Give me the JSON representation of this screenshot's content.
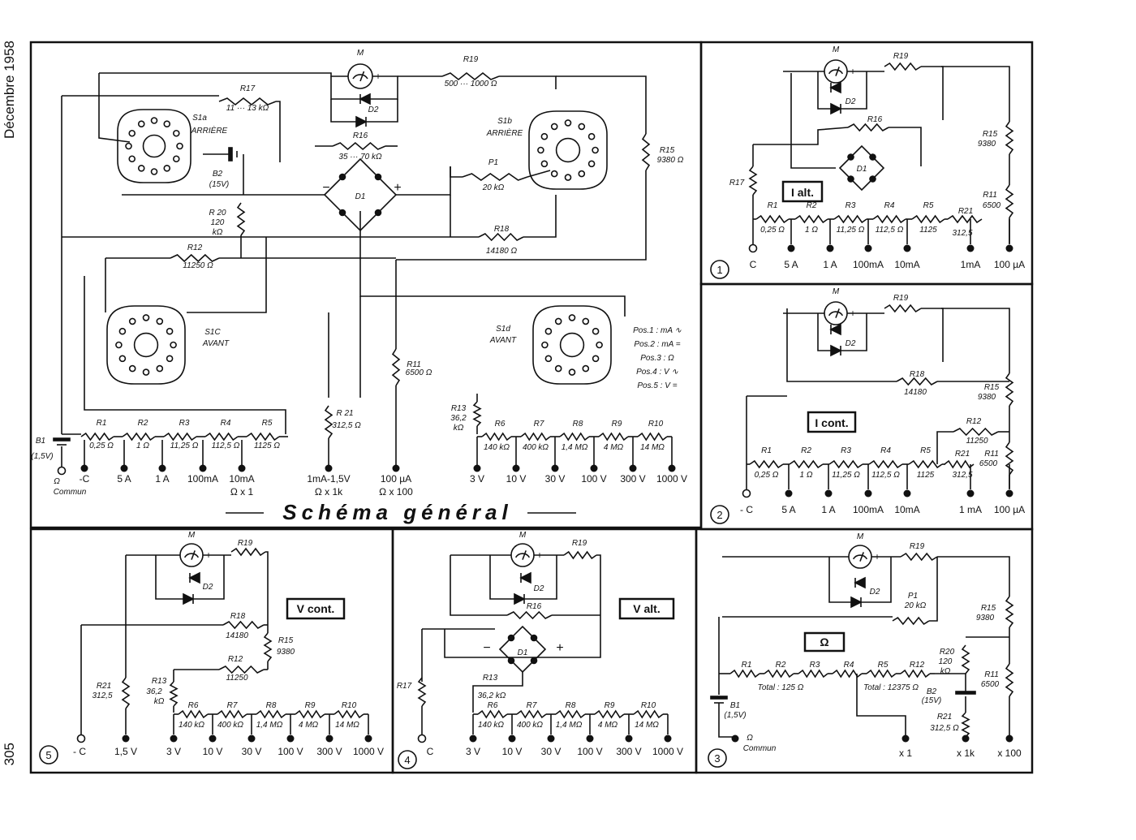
{
  "margin": {
    "date": "Décembre 1958",
    "page": "305"
  },
  "general": {
    "title": "Schéma général",
    "labels": {
      "M": "M",
      "R19": "R19",
      "R19v": "500 ··· 1000 Ω",
      "R17": "R17",
      "R17v": "11 ··· 13 kΩ",
      "D2": "D2",
      "S1a": "S1a",
      "S1a_sub": "ARRIÈRE",
      "S1b": "S1b",
      "S1b_sub": "ARRIÈRE",
      "R16": "R16",
      "R16v": "35 ··· 70 kΩ",
      "B2": "B2",
      "B2v": "(15V)",
      "D1": "D1",
      "P1": "P1",
      "P1v": "20 kΩ",
      "R15": "R15",
      "R15v": "9380 Ω",
      "R20": "R 20",
      "R20v": "120",
      "R20u": "kΩ",
      "R18": "R18",
      "R18v": "14180 Ω",
      "R12": "R12",
      "R12v": "11250 Ω",
      "S1c": "S1C",
      "S1c_sub": "AVANT",
      "S1d": "S1d",
      "S1d_sub": "AVANT",
      "R11": "R11",
      "R11v": "6500 Ω",
      "R13": "R13",
      "R13v": "36,2",
      "R13u": "kΩ",
      "R21": "R 21",
      "R21v": "312,5 Ω",
      "B1": "B1",
      "B1v": "(1,5V)"
    },
    "positions": [
      "Pos.1 : mA ∿",
      "Pos.2 : mA =",
      "Pos.3 : Ω",
      "Pos.4 : V ∿",
      "Pos.5 : V ="
    ],
    "res_row": [
      [
        "R1",
        "0,25 Ω"
      ],
      [
        "R2",
        "1 Ω"
      ],
      [
        "R3",
        "11,25 Ω"
      ],
      [
        "R4",
        "112,5 Ω"
      ],
      [
        "R5",
        "1125 Ω"
      ]
    ],
    "volt_row": [
      [
        "R6",
        "140 kΩ"
      ],
      [
        "R7",
        "400 kΩ"
      ],
      [
        "R8",
        "1,4 MΩ"
      ],
      [
        "R9",
        "4 MΩ"
      ],
      [
        "R10",
        "14 MΩ"
      ]
    ],
    "terminals": [
      "Ω",
      "Commun",
      "-C",
      "5 A",
      "1 A",
      "100mA",
      "10mA",
      "Ω x 1",
      "1mA-1,5V",
      "Ω x 1k",
      "100 µA",
      "Ω x 100"
    ],
    "vterminals": [
      "3 V",
      "10 V",
      "30 V",
      "100 V",
      "300 V",
      "1000 V"
    ]
  },
  "p1": {
    "num": "1",
    "box": "I alt.",
    "labels": [
      "M",
      "R19",
      "D2",
      "R16",
      "D1",
      "R15",
      "9380",
      "R17",
      "R11",
      "6500",
      "R21",
      "312,5"
    ],
    "res": [
      [
        "R1",
        "0,25 Ω"
      ],
      [
        "R2",
        "1 Ω"
      ],
      [
        "R3",
        "11,25 Ω"
      ],
      [
        "R4",
        "112,5 Ω"
      ],
      [
        "R5",
        "1125"
      ]
    ],
    "terms": [
      "C",
      "5 A",
      "1 A",
      "100mA",
      "10mA",
      "1mA",
      "100 µA"
    ]
  },
  "p2": {
    "num": "2",
    "box": "I cont.",
    "labels": [
      "M",
      "R19",
      "D2",
      "R18",
      "14180",
      "R15",
      "9380",
      "R12",
      "11250",
      "R11",
      "6500",
      "R21",
      "312,5"
    ],
    "res": [
      [
        "R1",
        "0,25 Ω"
      ],
      [
        "R2",
        "1 Ω"
      ],
      [
        "R3",
        "11,25 Ω"
      ],
      [
        "R4",
        "112,5 Ω"
      ],
      [
        "R5",
        "1125"
      ]
    ],
    "terms": [
      "- C",
      "5 A",
      "1 A",
      "100mA",
      "10mA",
      "1 mA",
      "100 µA"
    ]
  },
  "p3": {
    "num": "3",
    "box": "Ω",
    "labels": [
      "M",
      "R19",
      "D2",
      "P1",
      "20 kΩ",
      "R15",
      "9380",
      "R20",
      "120",
      "kΩ",
      "R11",
      "6500",
      "B2",
      "(15V)",
      "R21",
      "312,5 Ω",
      "B1",
      "(1,5V)",
      "Ω",
      "Commun"
    ],
    "res": [
      "R1",
      "R2",
      "R3",
      "R4",
      "R5",
      "R12"
    ],
    "totals": [
      "Total : 125 Ω",
      "Total : 12375 Ω"
    ],
    "terms": [
      "x 1",
      "x 1k",
      "x 100"
    ]
  },
  "p4": {
    "num": "4",
    "box": "V alt.",
    "labels": [
      "M",
      "R19",
      "D2",
      "R16",
      "D1",
      "R17",
      "R13",
      "36,2 kΩ"
    ],
    "res": [
      [
        "R6",
        "140 kΩ"
      ],
      [
        "R7",
        "400 kΩ"
      ],
      [
        "R8",
        "1,4 MΩ"
      ],
      [
        "R9",
        "4 MΩ"
      ],
      [
        "R10",
        "14 MΩ"
      ]
    ],
    "terms": [
      "C",
      "3 V",
      "10 V",
      "30 V",
      "100 V",
      "300 V",
      "1000 V"
    ]
  },
  "p5": {
    "num": "5",
    "box": "V cont.",
    "labels": [
      "M",
      "R19",
      "D2",
      "R18",
      "14180",
      "R15",
      "9380",
      "R12",
      "11250",
      "R13",
      "36,2",
      "kΩ",
      "R21",
      "312,5"
    ],
    "res": [
      [
        "R6",
        "140 kΩ"
      ],
      [
        "R7",
        "400 kΩ"
      ],
      [
        "R8",
        "1,4 MΩ"
      ],
      [
        "R9",
        "4 MΩ"
      ],
      [
        "R10",
        "14 MΩ"
      ]
    ],
    "terms": [
      "- C",
      "1,5 V",
      "3 V",
      "10 V",
      "30 V",
      "100 V",
      "300 V",
      "1000 V"
    ]
  }
}
